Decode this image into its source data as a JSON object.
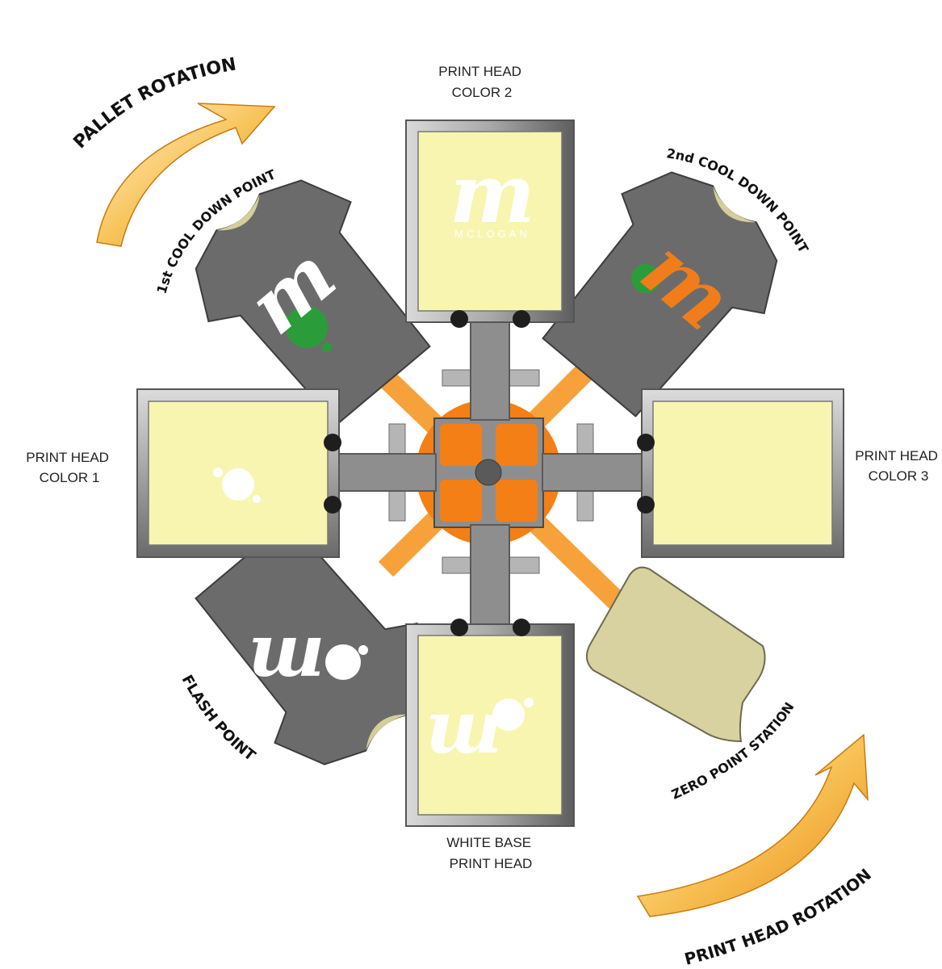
{
  "labels": {
    "head_top": [
      "PRINT HEAD",
      "COLOR 2"
    ],
    "head_left": [
      "PRINT HEAD",
      "COLOR 1"
    ],
    "head_right": [
      "PRINT HEAD",
      "COLOR 3"
    ],
    "head_bottom": [
      "WHITE BASE",
      "PRINT HEAD"
    ]
  },
  "arc_labels": {
    "pallet_rotation": "PALLET ROTATION",
    "cool_down_1": "1st COOL DOWN POINT",
    "cool_down_2": "2nd COOL DOWN POINT",
    "flash_point": "FLASH POINT",
    "zero_point": "ZERO POINT STATION",
    "print_head_rotation": "PRINT HEAD ROTATION"
  },
  "logo": {
    "wordmark": "MCLOGAN",
    "monogram": "m"
  },
  "colors": {
    "screen_fill": "#f8f5b0",
    "frame": "#9a9a9a",
    "arm": "#8e8e8e",
    "hub": "#f47f16",
    "spoke": "#f6a13a",
    "shirt": "#6b6b6b",
    "zero_pallet": "#d8d2a0",
    "arrow": "#f5a623",
    "ink_green": "#2a9d3a",
    "ink_orange": "#f07d1a"
  }
}
